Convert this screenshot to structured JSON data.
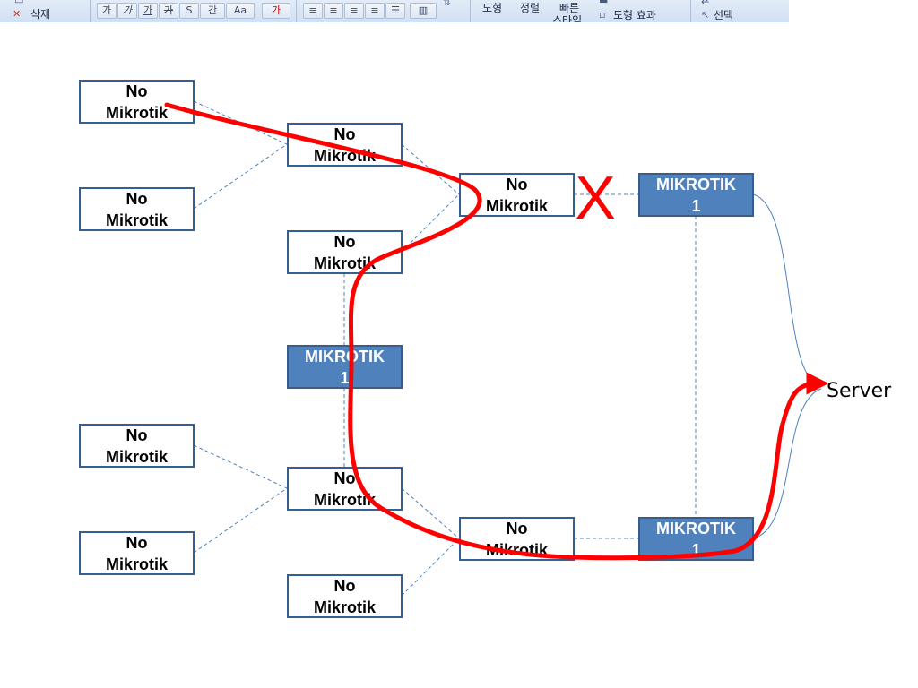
{
  "ribbon": {
    "top_item_label": "",
    "delete_label": "삭제",
    "shape_label": "도형",
    "arrange_label": "정렬",
    "quick_label": "빠른",
    "quick_label2": "스타일",
    "shape_effects_label": "도형 효과",
    "select_label": "선택",
    "font_style_glyphs": [
      "가",
      "가",
      "가",
      "가",
      "S",
      "간",
      "Aa"
    ],
    "font_color_glyph": "가"
  },
  "diagram": {
    "nodes": [
      {
        "id": "a1",
        "label": "No\nMikrotik",
        "kind": "plain"
      },
      {
        "id": "a2",
        "label": "No\nMikrotik",
        "kind": "plain"
      },
      {
        "id": "a3",
        "label": "No\nMikrotik",
        "kind": "plain"
      },
      {
        "id": "a4",
        "label": "No\nMikrotik",
        "kind": "plain"
      },
      {
        "id": "b1",
        "label": "No\nMikrotik",
        "kind": "plain"
      },
      {
        "id": "b2",
        "label": "No\nMikrotik",
        "kind": "plain"
      },
      {
        "id": "b3",
        "label": "MIKROTIK\n1",
        "kind": "mikrotik"
      },
      {
        "id": "b4",
        "label": "No\nMikrotik",
        "kind": "plain"
      },
      {
        "id": "b5",
        "label": "No\nMikrotik",
        "kind": "plain"
      },
      {
        "id": "c1",
        "label": "No\nMikrotik",
        "kind": "plain"
      },
      {
        "id": "c2",
        "label": "No\nMikrotik",
        "kind": "plain"
      },
      {
        "id": "d1",
        "label": "MIKROTIK\n1",
        "kind": "mikrotik"
      },
      {
        "id": "d2",
        "label": "MIKROTIK\n1",
        "kind": "mikrotik"
      }
    ],
    "server_label": "Server",
    "blocked_mark": "X",
    "colors": {
      "plain_border": "#365f91",
      "mikrotik_fill": "#4f81bd",
      "connector": "#4f81bd",
      "path": "#ff0000"
    }
  }
}
